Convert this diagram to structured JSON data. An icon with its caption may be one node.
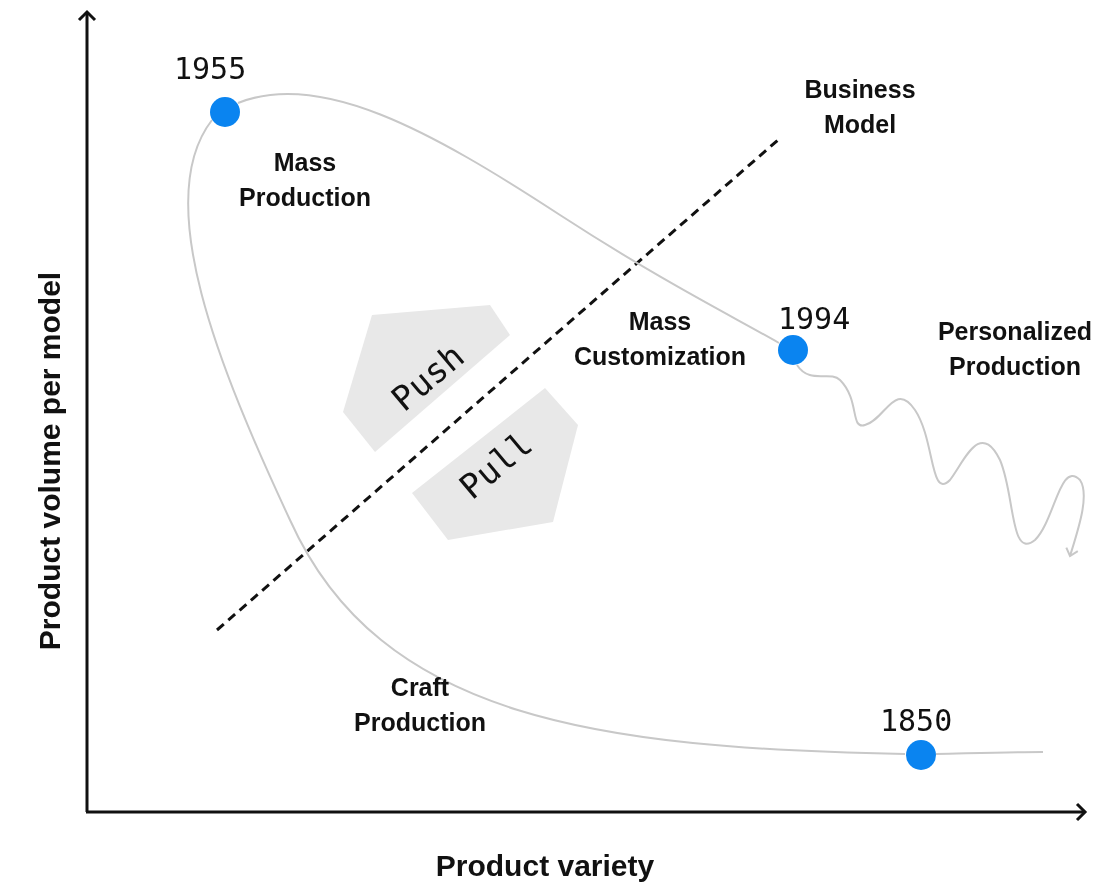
{
  "diagram": {
    "nodes": [
      {
        "text": [],
        "shape": "circle",
        "beside": [
          "1955"
        ]
      },
      {
        "text": [],
        "shape": "circle",
        "beside": [
          "1994"
        ]
      },
      {
        "text": [],
        "shape": "circle",
        "beside": [
          "1850"
        ]
      },
      {
        "text": [
          "Push"
        ]
      },
      {
        "text": [
          "Pull"
        ]
      }
    ],
    "edges": [
      {
        "from": 2,
        "to": 0,
        "arrow": "none"
      },
      {
        "from": 0,
        "to": 1,
        "arrow": "none"
      },
      {
        "from": 1,
        "to": null,
        "arrow": "to"
      }
    ],
    "labels": [
      "Business Model",
      "Mass Production",
      "Mass Customization",
      "Personalized Production",
      "Craft Production",
      "Product volume per model",
      "Product variety"
    ]
  }
}
